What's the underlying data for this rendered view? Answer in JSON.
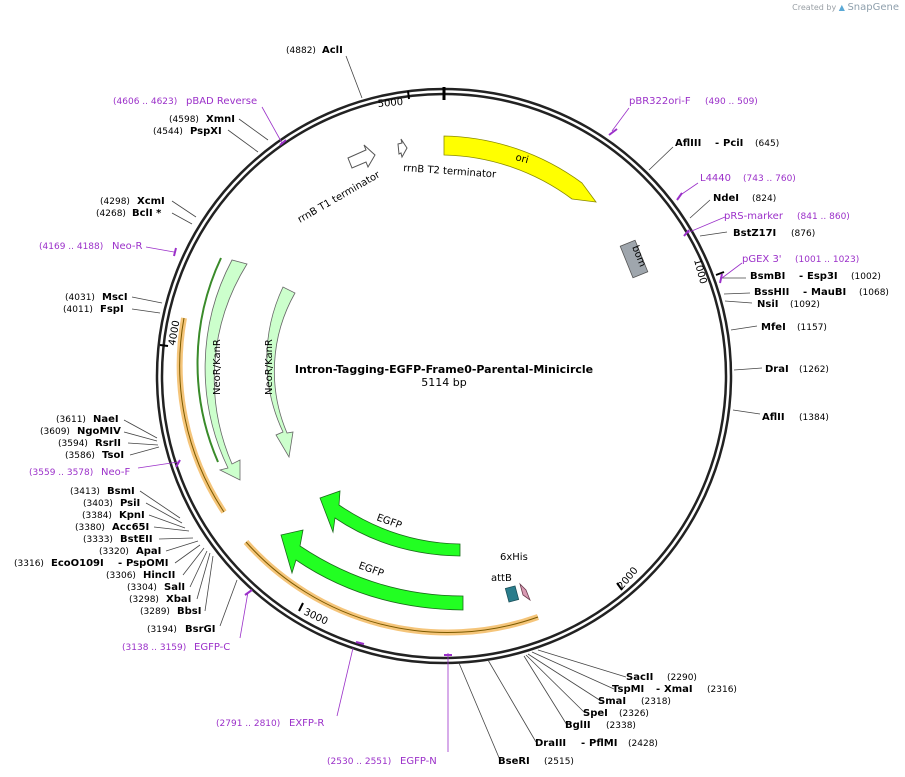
{
  "branding": {
    "created_by": "Created by",
    "app": "SnapGene"
  },
  "plasmid": {
    "name": "Intron-Tagging-EGFP-Frame0-Parental-Minicircle",
    "length": "5114 bp"
  },
  "ticks": [
    "1000",
    "2000",
    "3000",
    "4000",
    "5000"
  ],
  "features": {
    "ori": "ori",
    "bom": "bom",
    "rrnB_T1": "rrnB T1 terminator",
    "rrnB_T2": "rrnB T2 terminator",
    "neo1": "NeoR/KanR",
    "neo2": "NeoR/KanR",
    "egfp1": "EGFP",
    "egfp2": "EGFP",
    "attB": "attB",
    "his": "6xHis"
  },
  "right_sites": [
    {
      "name": "AflIII",
      "sep": "-",
      "name2": "PciI",
      "pos": "(645)"
    },
    {
      "name": "NdeI",
      "pos": "(824)"
    },
    {
      "name": "BstZ17I",
      "pos": "(876)"
    },
    {
      "name": "BsmBI",
      "sep": "-",
      "name2": "Esp3I",
      "pos": "(1002)"
    },
    {
      "name": "BssHII",
      "sep": "-",
      "name2": "MauBI",
      "pos": "(1068)"
    },
    {
      "name": "NsiI",
      "pos": "(1092)"
    },
    {
      "name": "MfeI",
      "pos": "(1157)"
    },
    {
      "name": "DraI",
      "pos": "(1262)"
    },
    {
      "name": "AflII",
      "pos": "(1384)"
    }
  ],
  "right_primers": [
    {
      "name": "pBR322ori-F",
      "range": "(490 .. 509)"
    },
    {
      "name": "L4440",
      "range": "(743 .. 760)"
    },
    {
      "name": "pRS-marker",
      "range": "(841 .. 860)"
    },
    {
      "name": "pGEX 3'",
      "range": "(1001 .. 1023)"
    }
  ],
  "bottom_sites": [
    {
      "name": "SacII",
      "pos": "(2290)"
    },
    {
      "name": "TspMI",
      "sep": "-",
      "name2": "XmaI",
      "pos": "(2316)"
    },
    {
      "name": "SmaI",
      "pos": "(2318)"
    },
    {
      "name": "SpeI",
      "pos": "(2326)"
    },
    {
      "name": "BglII",
      "pos": "(2338)"
    },
    {
      "name": "DraIII",
      "sep": "-",
      "name2": "PflMI",
      "pos": "(2428)"
    },
    {
      "name": "BseRI",
      "pos": "(2515)"
    }
  ],
  "bottom_primers": [
    {
      "name": "EXFP-R",
      "range": "(2791 .. 2810)"
    },
    {
      "name": "EGFP-N",
      "range": "(2530 .. 2551)"
    },
    {
      "name": "EGFP-C",
      "range": "(3138 .. 3159)"
    },
    {
      "name": "Neo-F",
      "range": "(3559 .. 3578)"
    }
  ],
  "left_sites": [
    {
      "pos": "(4882)",
      "name": "AclI"
    },
    {
      "pos": "(4598)",
      "name": "XmnI"
    },
    {
      "pos": "(4544)",
      "name": "PspXI"
    },
    {
      "pos": "(4298)",
      "name": "XcmI"
    },
    {
      "pos": "(4268)",
      "name": "BclI *"
    },
    {
      "pos": "(4031)",
      "name": "MscI"
    },
    {
      "pos": "(4011)",
      "name": "FspI"
    },
    {
      "pos": "(3611)",
      "name": "NaeI"
    },
    {
      "pos": "(3609)",
      "name": "NgoMIV"
    },
    {
      "pos": "(3594)",
      "name": "RsrII"
    },
    {
      "pos": "(3586)",
      "name": "TsoI"
    },
    {
      "pos": "(3413)",
      "name": "BsmI"
    },
    {
      "pos": "(3403)",
      "name": "PsiI"
    },
    {
      "pos": "(3384)",
      "name": "KpnI"
    },
    {
      "pos": "(3380)",
      "name": "Acc65I"
    },
    {
      "pos": "(3333)",
      "name": "BstEII"
    },
    {
      "pos": "(3320)",
      "name": "ApaI"
    },
    {
      "pos": "(3316)",
      "name": "EcoO109I",
      "sep": "-",
      "name2": "PspOMI"
    },
    {
      "pos": "(3306)",
      "name": "HincII"
    },
    {
      "pos": "(3304)",
      "name": "SalI"
    },
    {
      "pos": "(3298)",
      "name": "XbaI"
    },
    {
      "pos": "(3289)",
      "name": "BbsI"
    },
    {
      "pos": "(3194)",
      "name": "BsrGI"
    }
  ],
  "left_primers": [
    {
      "range": "(4606 .. 4623)",
      "name": "pBAD Reverse"
    },
    {
      "range": "(4169 .. 4188)",
      "name": "Neo-R"
    }
  ]
}
